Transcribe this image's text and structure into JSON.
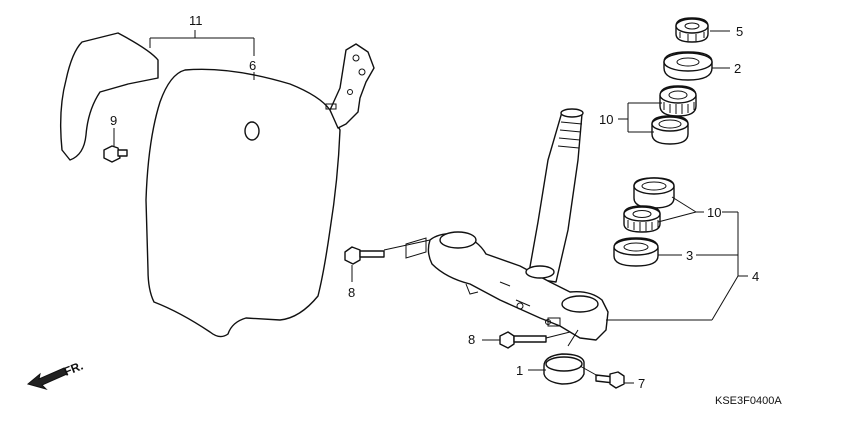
{
  "callouts": {
    "c1": "1",
    "c2": "2",
    "c3": "3",
    "c4": "4",
    "c5": "5",
    "c6": "6",
    "c7": "7",
    "c8a": "8",
    "c8b": "8",
    "c9": "9",
    "c10a": "10",
    "c10b": "10",
    "c11": "11"
  },
  "direction_label": "FR.",
  "diagram_code": "KSE3F0400A"
}
